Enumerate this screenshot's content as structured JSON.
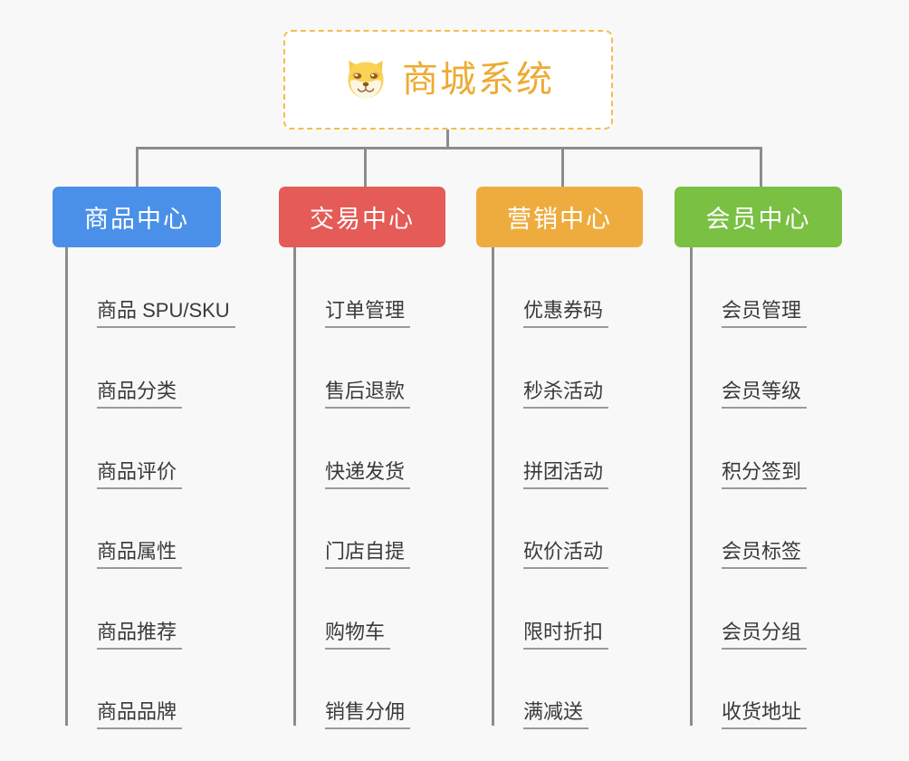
{
  "diagram": {
    "background_color": "#f8f8f8",
    "connector_color": "#8c8c8c",
    "root": {
      "title": "商城系统",
      "icon": "shiba-inu-dog-face-emoji",
      "text_color": "#edab33",
      "border_color": "#f5bd4e",
      "fill_color": "#ffffff"
    },
    "branches": [
      {
        "label": "商品中心",
        "color": "#4a90e8",
        "items": [
          "商品 SPU/SKU",
          "商品分类",
          "商品评价",
          "商品属性",
          "商品推荐",
          "商品品牌"
        ]
      },
      {
        "label": "交易中心",
        "color": "#e55b57",
        "items": [
          "订单管理",
          "售后退款",
          "快递发货",
          "门店自提",
          "购物车",
          "销售分佣"
        ]
      },
      {
        "label": "营销中心",
        "color": "#eeac3e",
        "items": [
          "优惠券码",
          "秒杀活动",
          "拼团活动",
          "砍价活动",
          "限时折扣",
          "满减送"
        ]
      },
      {
        "label": "会员中心",
        "color": "#79c043",
        "items": [
          "会员管理",
          "会员等级",
          "积分签到",
          "会员标签",
          "会员分组",
          "收货地址"
        ]
      }
    ]
  }
}
